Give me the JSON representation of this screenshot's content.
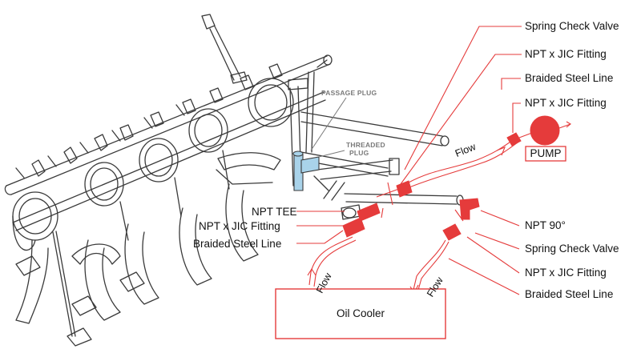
{
  "labels": {
    "spring_check_valve_top": "Spring Check Valve",
    "npt_jic_fitting_1": "NPT x JIC Fitting",
    "braided_steel_line_top": "Braided Steel Line",
    "npt_jic_fitting_2": "NPT x JIC Fitting",
    "pump": "PUMP",
    "flow_top": "Flow",
    "npt_tee": "NPT TEE",
    "npt_jic_fitting_left": "NPT x JIC Fitting",
    "braided_steel_line_left": "Braided Steel Line",
    "npt_90": "NPT 90°",
    "spring_check_valve_bottom": "Spring Check Valve",
    "npt_jic_fitting_bottom": "NPT x JIC Fitting",
    "braided_steel_line_bottom": "Braided Steel Line",
    "flow_left": "Flow",
    "flow_right": "Flow",
    "oil_cooler": "Oil Cooler",
    "passage_plug": "PASSAGE PLUG",
    "threaded_plug_1": "THREADED",
    "threaded_plug_2": "PLUG"
  },
  "colors": {
    "annotation_red": "#e53b3b",
    "engine_line": "#3a3a3a",
    "plug_blue": "#a9d3ea"
  }
}
